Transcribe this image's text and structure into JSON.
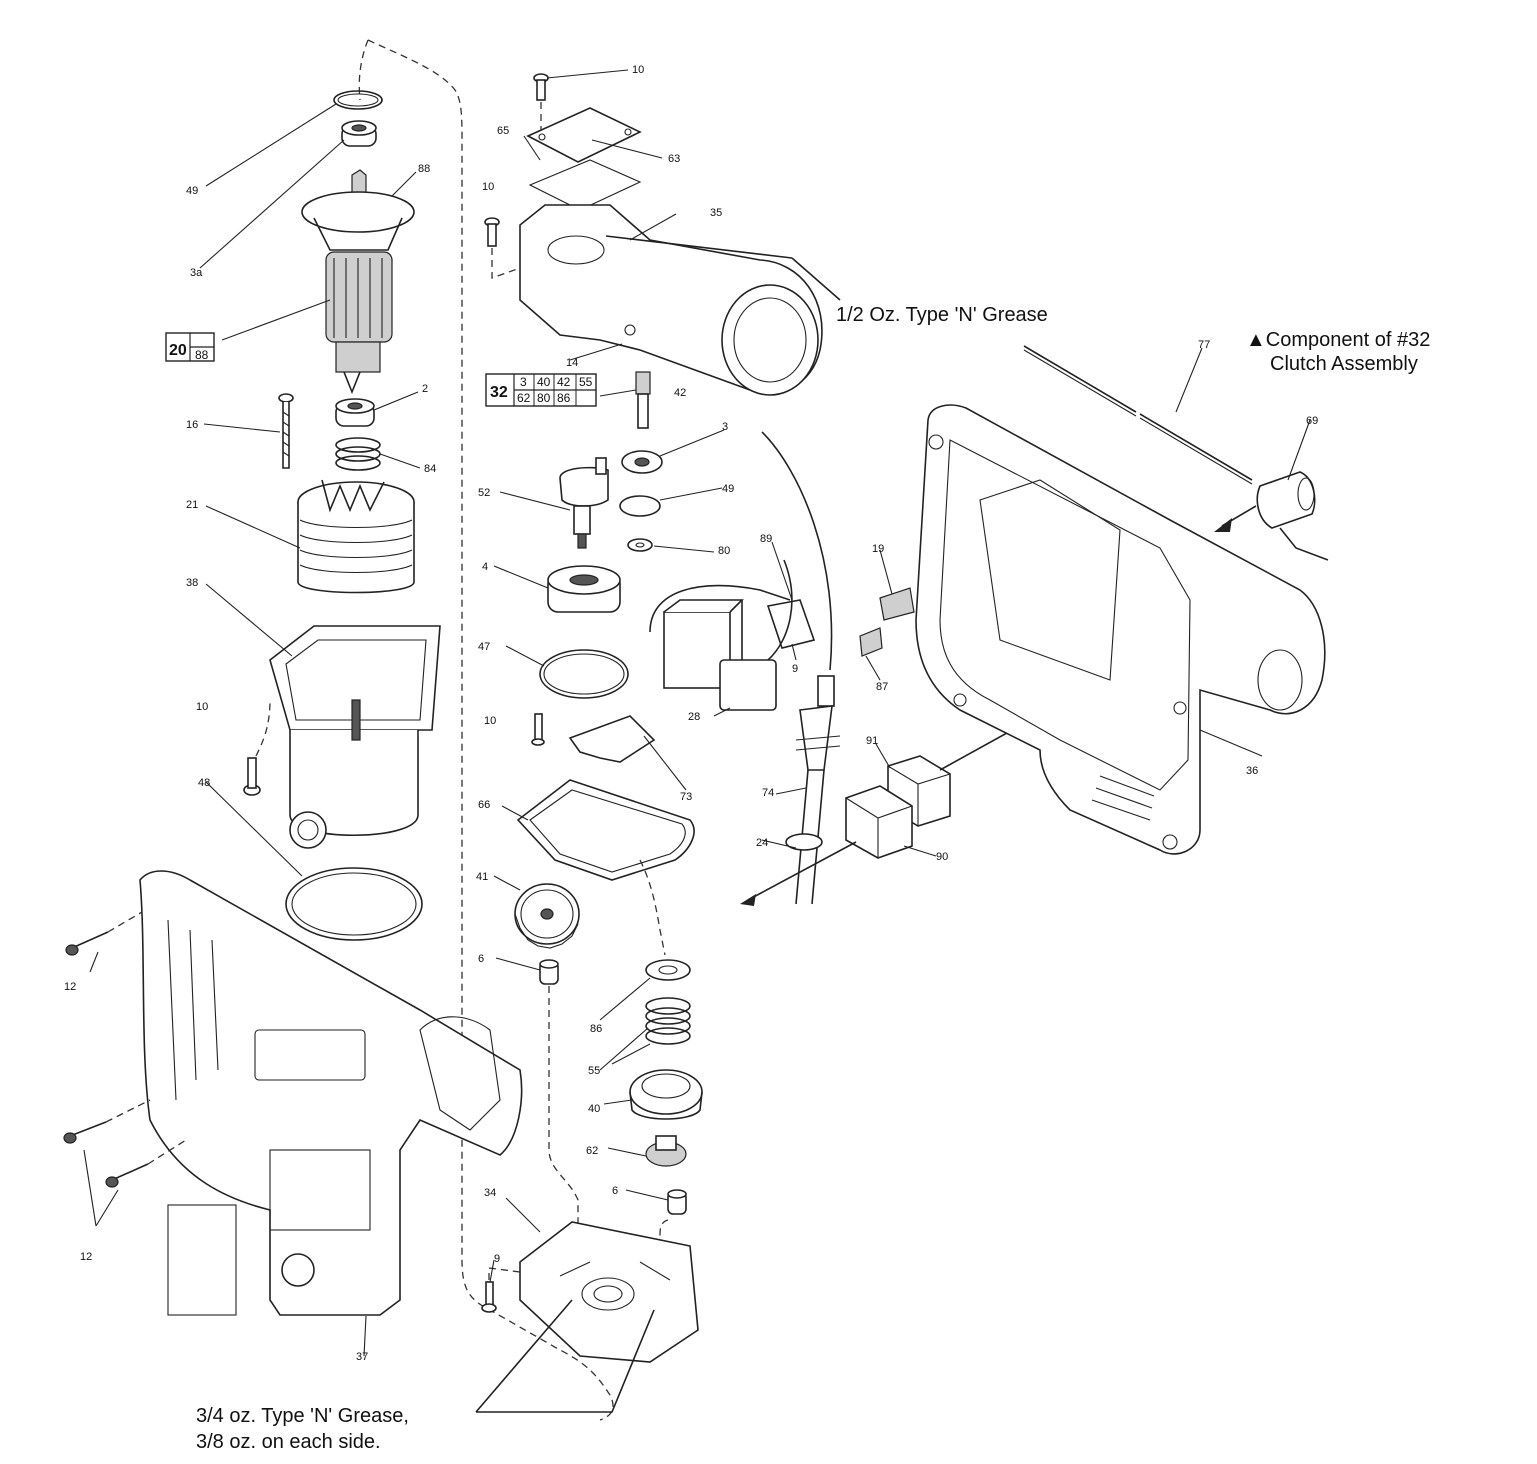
{
  "notes": {
    "grease_top": "1/2 Oz. Type 'N' Grease",
    "component_line1": "▲Component of #32",
    "component_line2": "Clutch Assembly",
    "grease_bottom_line1": "3/4 oz. Type 'N' Grease,",
    "grease_bottom_line2": "3/8 oz. on each side."
  },
  "boxes": {
    "box20": {
      "main": "20",
      "sub": "88"
    },
    "box32": {
      "main": "32",
      "row1": [
        "3",
        "40",
        "42",
        "55"
      ],
      "row2": [
        "62",
        "80",
        "86",
        ""
      ]
    }
  },
  "labels": {
    "l10a": "10",
    "l65": "65",
    "l63": "63",
    "l10b": "10",
    "l35": "35",
    "l49a": "49",
    "l88": "88",
    "l3a": "3a",
    "l2": "2",
    "l16": "16",
    "l84": "84",
    "l21": "21",
    "l38": "38",
    "l10c": "10",
    "l48": "48",
    "l12a": "12",
    "l12b": "12",
    "l37": "37",
    "l14": "14",
    "l42": "42",
    "l3": "3",
    "l52": "52",
    "l49b": "49",
    "l80": "80",
    "l4": "4",
    "l47": "47",
    "l10d": "10",
    "l73": "73",
    "l66": "66",
    "l41": "41",
    "l6a": "6",
    "l86": "86",
    "l55": "55",
    "l40": "40",
    "l62": "62",
    "l6b": "6",
    "l34": "34",
    "l9a": "9",
    "l89": "89",
    "l9b": "9",
    "l28": "28",
    "l74": "74",
    "l24": "24",
    "l91": "91",
    "l90": "90",
    "l19": "19",
    "l87": "87",
    "l77": "77",
    "l69": "69",
    "l36": "36"
  }
}
